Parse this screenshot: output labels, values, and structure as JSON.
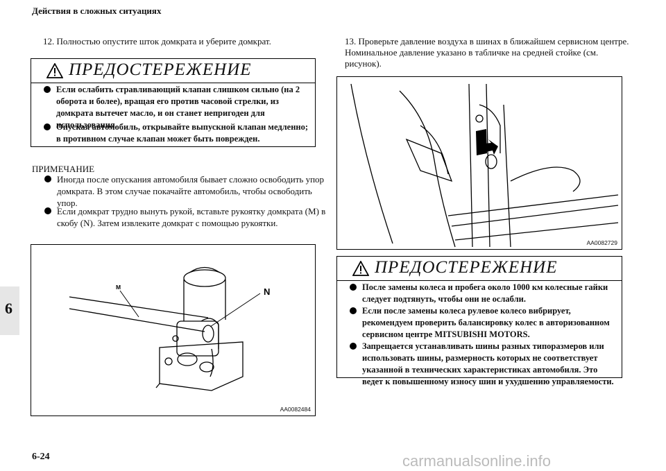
{
  "header": {
    "title": "Действия в сложных ситуациях"
  },
  "chapter": {
    "number": "6"
  },
  "page": {
    "number": "6-24"
  },
  "left": {
    "step12": "12.  Полностью опустите шток домкрата и уберите домкрат.",
    "warning": {
      "title": "ПРЕДОСТЕРЕЖЕНИЕ",
      "items": [
        "Если ослабить стравливающий клапан слишком сильно (на 2 оборота и более), вращая его против часовой стрелки, из домкрата вытечет масло, и он станет непригоден для использования.",
        "Опуская автомобиль, открывайте выпускной клапан медленно; в противном случае клапан может быть поврежден."
      ]
    },
    "note": {
      "title": "ПРИМЕЧАНИЕ",
      "items": [
        "Иногда после опускания автомобиля бывает сложно освободить упор домкрата. В этом случае покачайте автомобиль, чтобы освободить упор.",
        "Если домкрат трудно вынуть рукой, вставьте рукоятку домкрата (M) в скобу (N). Затем извлеките домкрат с помощью рукоятки."
      ]
    },
    "figure": {
      "code": "AA0082484",
      "label_m": "M",
      "label_n": "N"
    }
  },
  "right": {
    "step13": "13.  Проверьте давление воздуха в шинах в ближайшем сервисном центре. Номинальное давление указано в табличке на средней стойке (см. рисунок).",
    "figure": {
      "code": "AA0082729"
    },
    "warning": {
      "title": "ПРЕДОСТЕРЕЖЕНИЕ",
      "items": [
        "После замены колеса и пробега около 1000 км колесные гайки следует подтянуть, чтобы они не ослабли.",
        "Если после замены колеса рулевое колесо вибрирует, рекомендуем проверить балансировку колес в авторизованном сервисном центре MITSUBISHI MOTORS.",
        "Запрещается устанавливать шины разных типоразмеров или использовать шины, размерность которых не соответствует указанной в технических характеристиках автомобиля. Это ведет к повышенному износу шин и ухудшению управляемости."
      ]
    }
  },
  "watermark": {
    "text": "carmanualsonline.info"
  }
}
